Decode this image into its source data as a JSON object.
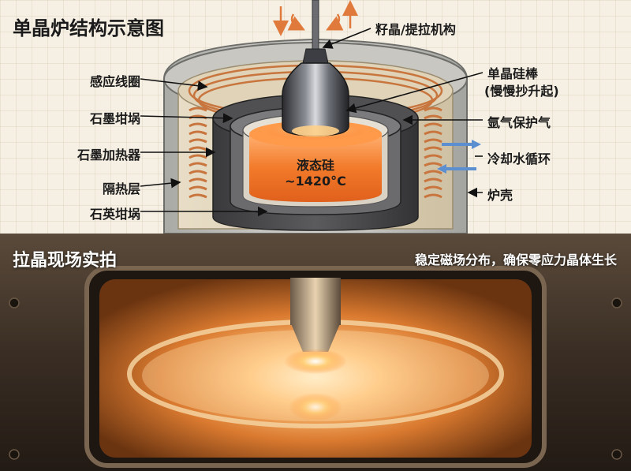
{
  "diagram": {
    "title": "单晶炉结构示意图",
    "labels_left": {
      "induction_coil": "感应线圈",
      "graphite_crucible": "石墨坩埚",
      "graphite_heater": "石墨加热器",
      "insulation_layer": "隔热层",
      "quartz_crucible": "石英坩埚"
    },
    "labels_right": {
      "seed_mechanism": "籽晶/提拉机构",
      "crystal_rod_line1": "单晶硅棒",
      "crystal_rod_line2": "(慢慢抄升起)",
      "argon_gas": "氩气保护气",
      "cooling_water": "冷却水循环",
      "furnace_shell": "炉壳"
    },
    "melt": {
      "name": "液态硅",
      "temperature": "~1420°C"
    }
  },
  "photo": {
    "title": "拉晶现场实拍",
    "caption": "稳定磁场分布，确保零应力晶体生长"
  },
  "colors": {
    "melt": "#f07a2c",
    "copper_coil": "#c8753e",
    "graphite": "#4a4a4a",
    "accent_arrow": "#e07a3c",
    "cooling_arrow": "#5b8fd0"
  }
}
